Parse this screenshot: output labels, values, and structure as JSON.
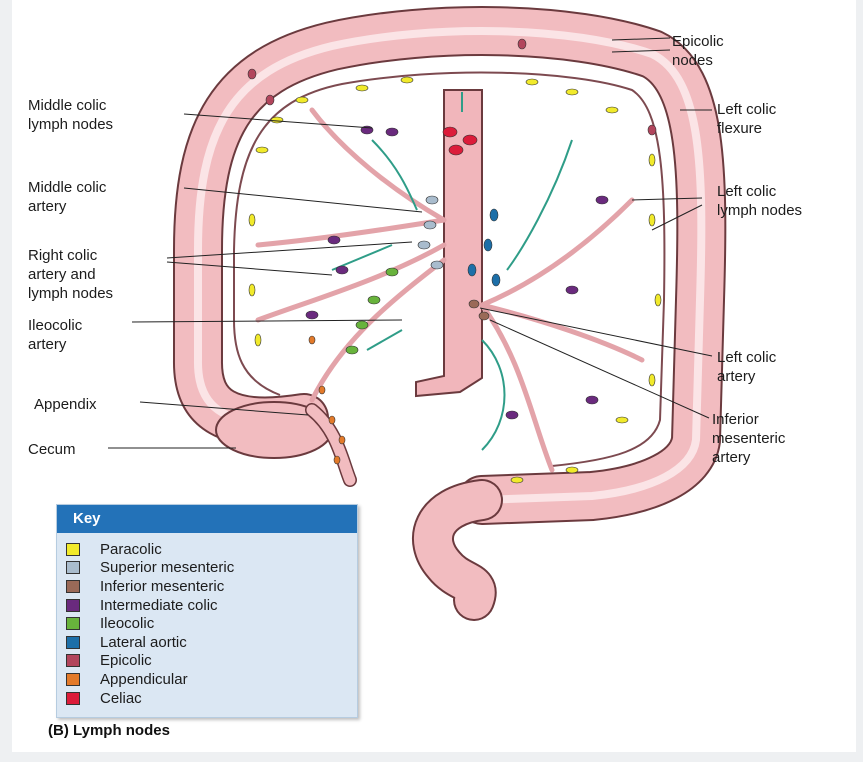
{
  "labels": {
    "epicolic": "Epicolic\nnodes",
    "middle_colic_nodes": "Middle colic\nlymph nodes",
    "left_colic_flexure": "Left colic\nflexure",
    "middle_colic_artery": "Middle colic\nartery",
    "left_colic_nodes": "Left colic\nlymph nodes",
    "right_colic": "Right colic\nartery and\nlymph nodes",
    "ileocolic_artery": "Ileocolic\nartery",
    "left_colic_artery": "Left colic\nartery",
    "appendix": "Appendix",
    "cecum": "Cecum",
    "inferior_mesenteric_artery": "Inferior\nmesenteric\nartery"
  },
  "key": {
    "title": "Key",
    "items": [
      {
        "label": "Paracolic",
        "color": "#f1ea2b"
      },
      {
        "label": "Superior mesenteric",
        "color": "#a9bccd"
      },
      {
        "label": "Inferior mesenteric",
        "color": "#9a6a58"
      },
      {
        "label": "Intermediate colic",
        "color": "#6a2a7e"
      },
      {
        "label": "Ileocolic",
        "color": "#68b33c"
      },
      {
        "label": "Lateral aortic",
        "color": "#1d6fa8"
      },
      {
        "label": "Epicolic",
        "color": "#b2455c"
      },
      {
        "label": "Appendicular",
        "color": "#e37a2a"
      },
      {
        "label": "Celiac",
        "color": "#dc1c3a"
      }
    ]
  },
  "caption": "(B) Lymph nodes",
  "colors": {
    "colon_fill": "#f2bcc0",
    "colon_stroke": "#6b3a3e",
    "vessel": "#ec9ca4",
    "arrow": "#2f9d88",
    "key_header": "#2372b8",
    "key_body": "#dbe7f3"
  }
}
